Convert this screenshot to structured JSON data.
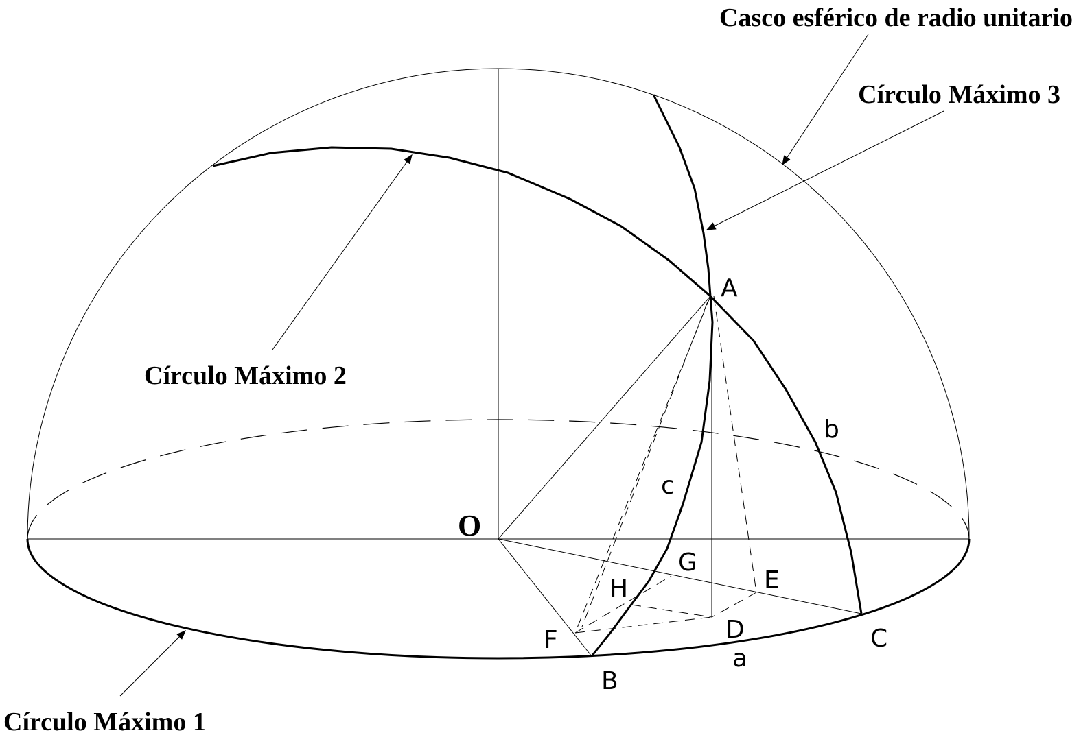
{
  "labels": {
    "shell": "Casco esférico de radio unitario",
    "circle3": "Círculo Máximo 3",
    "circle2": "Círculo Máximo 2",
    "circle1": "Círculo Máximo 1",
    "origin": "O"
  },
  "points": {
    "A": "A",
    "B": "B",
    "C": "C",
    "D": "D",
    "E": "E",
    "F": "F",
    "G": "G",
    "H": "H"
  },
  "arcs": {
    "a": "a",
    "b": "b",
    "c": "c"
  }
}
